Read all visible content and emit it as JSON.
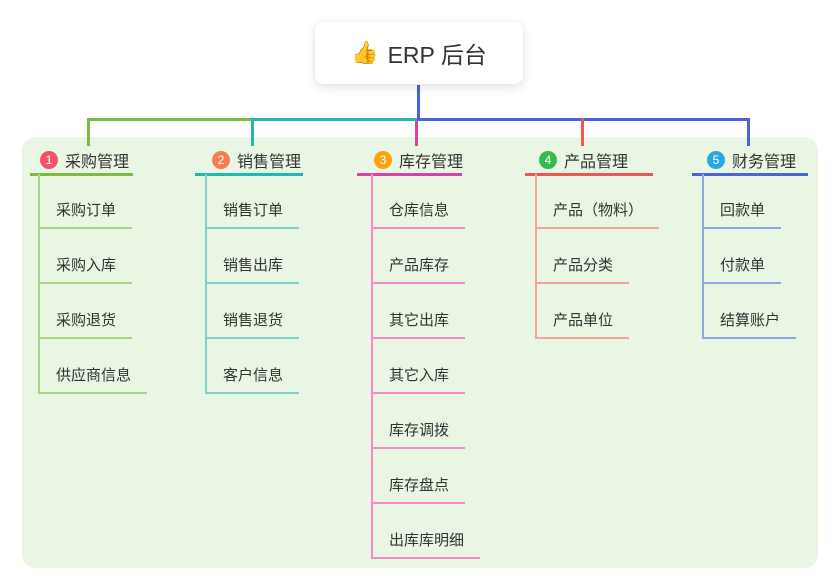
{
  "root": {
    "icon": "👍",
    "label": "ERP 后台"
  },
  "branches": [
    {
      "num": "1",
      "label": "采购管理",
      "badge_color": "#F4516C",
      "line_color": "#7CBB40",
      "child_line_color": "#A6D680",
      "children": [
        "采购订单",
        "采购入库",
        "采购退货",
        "供应商信息"
      ]
    },
    {
      "num": "2",
      "label": "销售管理",
      "badge_color": "#F97C4C",
      "line_color": "#23B8AF",
      "child_line_color": "#7DD3CC",
      "children": [
        "销售订单",
        "销售出库",
        "销售退货",
        "客户信息"
      ]
    },
    {
      "num": "3",
      "label": "库存管理",
      "badge_color": "#FCA312",
      "line_color": "#D844A6",
      "child_line_color": "#F18CC8",
      "children": [
        "仓库信息",
        "产品库存",
        "其它出库",
        "其它入库",
        "库存调拨",
        "库存盘点",
        "出库库明细"
      ]
    },
    {
      "num": "4",
      "label": "产品管理",
      "badge_color": "#35B950",
      "line_color": "#F1564F",
      "child_line_color": "#F7A39C",
      "children": [
        "产品（物料）",
        "产品分类",
        "产品单位"
      ]
    },
    {
      "num": "5",
      "label": "财务管理",
      "badge_color": "#2BA8DF",
      "line_color": "#4A63D8",
      "child_line_color": "#93A7E6",
      "children": [
        "回款单",
        "付款单",
        "结算账户"
      ]
    }
  ],
  "colors": {
    "canvas_bg": "#FFFFFF",
    "panel_bg": "#E9F6E3",
    "text": "#333333",
    "root_stem": "#4A63D8"
  }
}
